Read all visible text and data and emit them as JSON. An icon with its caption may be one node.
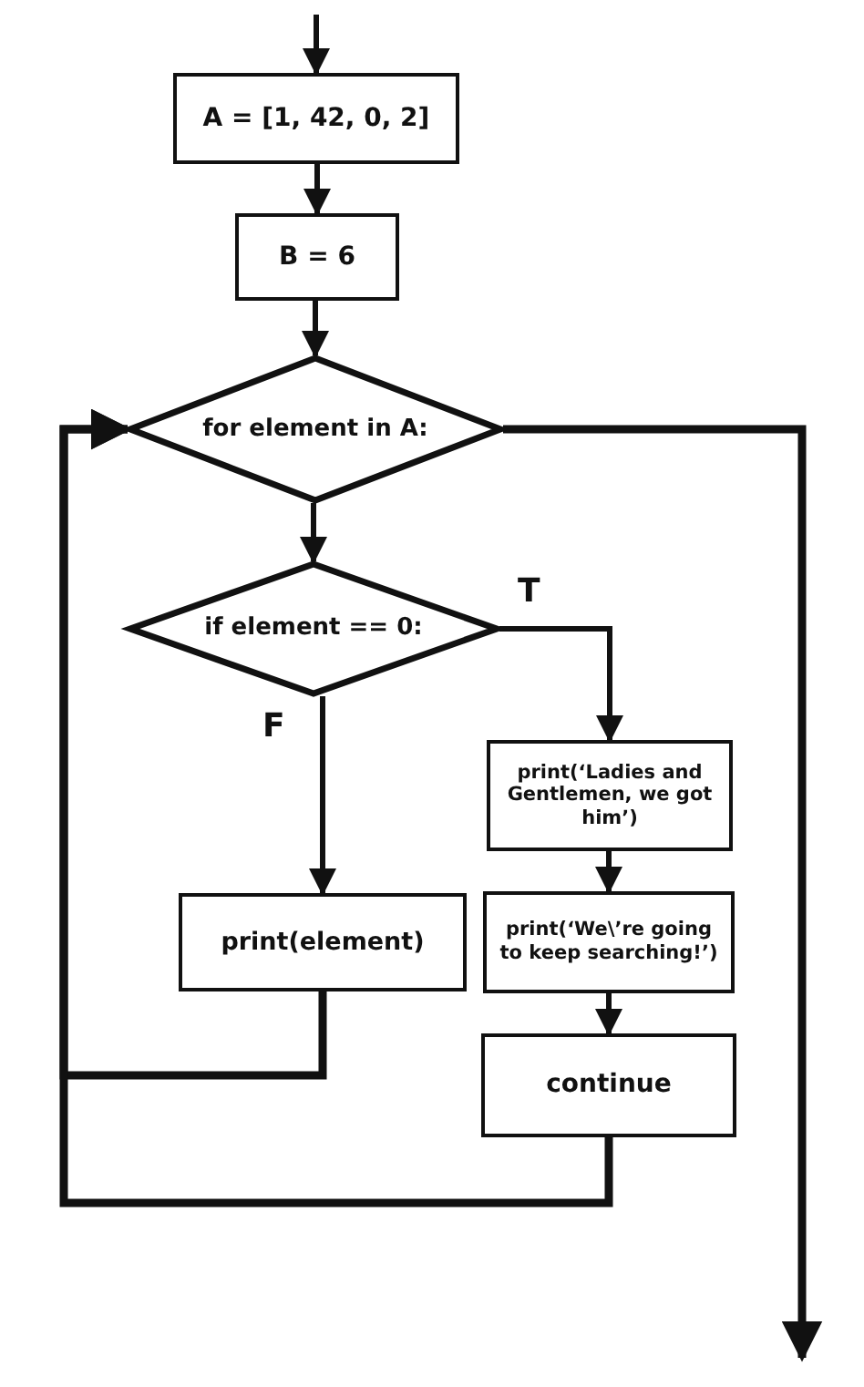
{
  "diagram": {
    "nodes": [
      {
        "text": [
          "A = [1, 42, 0, 2]"
        ]
      },
      {
        "text": [
          "B = 6"
        ]
      },
      {
        "text": [
          "for element in A:"
        ]
      },
      {
        "text": [
          "if element == 0:"
        ]
      },
      {
        "text": [
          "print(‘Ladies and Gentlemen, we got him’)"
        ]
      },
      {
        "text": [
          "print(‘We\\’re going to keep searching!’)"
        ]
      },
      {
        "text": [
          "continue"
        ]
      },
      {
        "text": [
          "print(element)"
        ]
      }
    ],
    "edges": [
      {
        "from": null,
        "to": 0,
        "arrow": "to"
      },
      {
        "from": 0,
        "to": 1,
        "arrow": "to"
      },
      {
        "from": 1,
        "to": 2,
        "arrow": "to"
      },
      {
        "from": 2,
        "to": 3,
        "arrow": "to"
      },
      {
        "from": 3,
        "to": 4,
        "arrow": "to",
        "label": "T"
      },
      {
        "from": 3,
        "to": 7,
        "arrow": "to",
        "label": "F"
      },
      {
        "from": 4,
        "to": 5,
        "arrow": "to"
      },
      {
        "from": 5,
        "to": 6,
        "arrow": "to"
      },
      {
        "from": 7,
        "to": 2,
        "arrow": "to"
      },
      {
        "from": 6,
        "to": 2,
        "arrow": "to"
      },
      {
        "from": 2,
        "to": null,
        "arrow": "to"
      }
    ]
  }
}
